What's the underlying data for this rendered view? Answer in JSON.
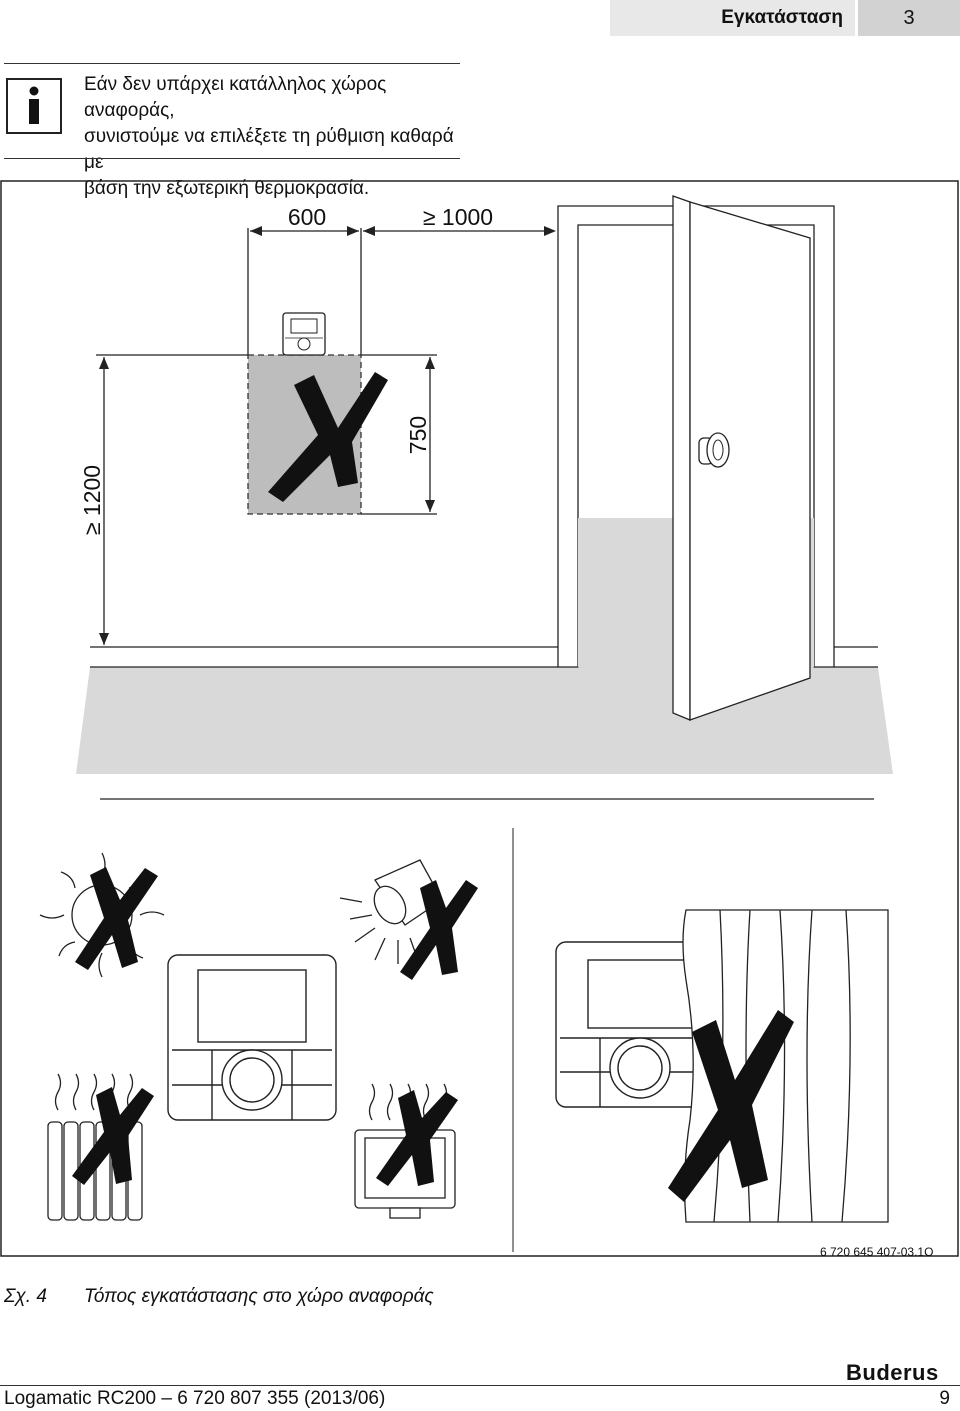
{
  "header": {
    "section": "Εγκατάσταση",
    "chapter_number": "3"
  },
  "note": {
    "icon": "info-icon",
    "lines": [
      "Εάν δεν υπάρχει κατάλληλος χώρος αναφοράς,",
      "συνιστούμε να επιλέξετε τη ρύθμιση καθαρά με",
      "βάση την εξωτερική θερμοκρασία."
    ]
  },
  "figure": {
    "dimensions": {
      "width_zone": "600",
      "door_distance": "≥ 1000",
      "zone_height": "750",
      "mount_height": "≥ 1200"
    },
    "figure_id": "6 720 645 407-03.1O"
  },
  "caption": {
    "label": "Σχ. 4",
    "text": "Τόπος εγκατάστασης στο χώρο αναφοράς"
  },
  "footer": {
    "brand": "Buderus",
    "document": "Logamatic RC200 – 6 720 807 355 (2013/06)",
    "page": "9"
  }
}
